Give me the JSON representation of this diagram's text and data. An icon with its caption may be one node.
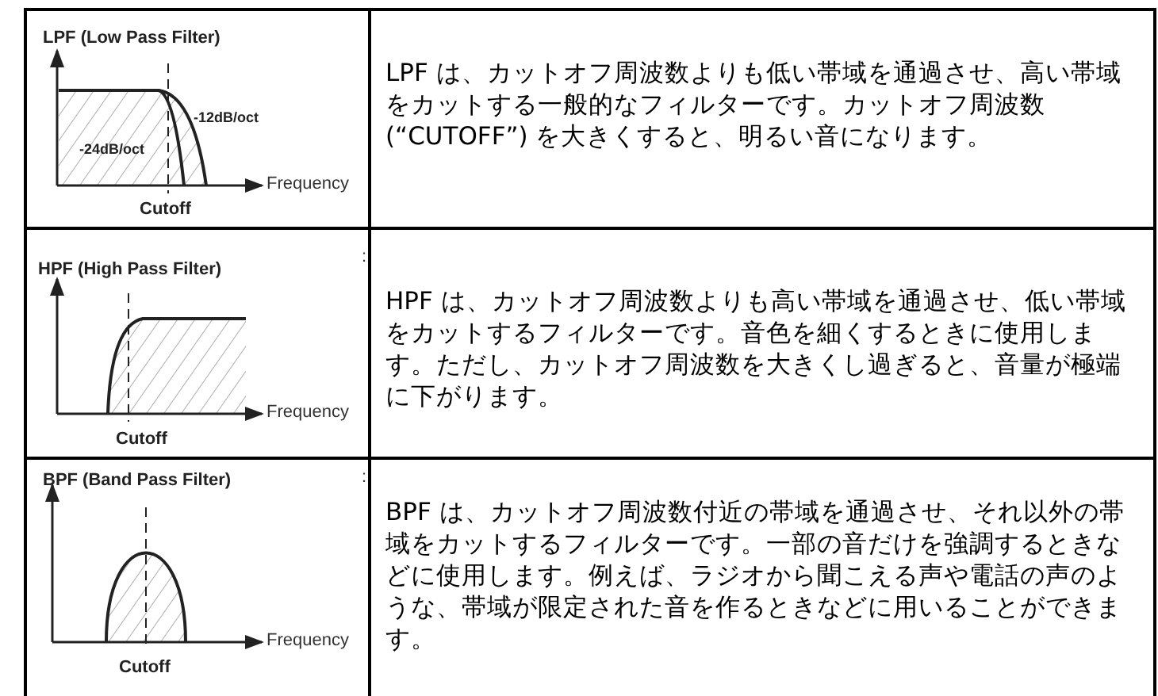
{
  "diagram": {
    "labels": [
      "LPF (Low Pass Filter)",
      "-12dB/oct",
      "-24dB/oct",
      "Frequency",
      "Cutoff",
      "LPF は、カットオフ周波数よりも低い帯域を通過させ、高い帯域をカットする一般的なフィルターです。カットオフ周波数(“CUTOFF”) を大きくすると、明るい音になります。",
      "HPF (High Pass Filter)",
      ":",
      "Frequency",
      "Cutoff",
      "HPF は、カットオフ周波数よりも高い帯域を通過させ、低い帯域をカットするフィルターです。音色を細くするときに使用します。ただし、カットオフ周波数を大きくし過ぎると、音量が極端に下がります。",
      "BPF (Band Pass Filter)",
      ":",
      "Frequency",
      "Cutoff",
      "BPF は、カットオフ周波数付近の帯域を通過させ、それ以外の帯域をカットするフィルターです。一部の音だけを強調するときなどに使用します。例えば、ラジオから聞こえる声や電話の声のような、帯域が限定された音を作るときなどに用いることができます。"
    ]
  }
}
